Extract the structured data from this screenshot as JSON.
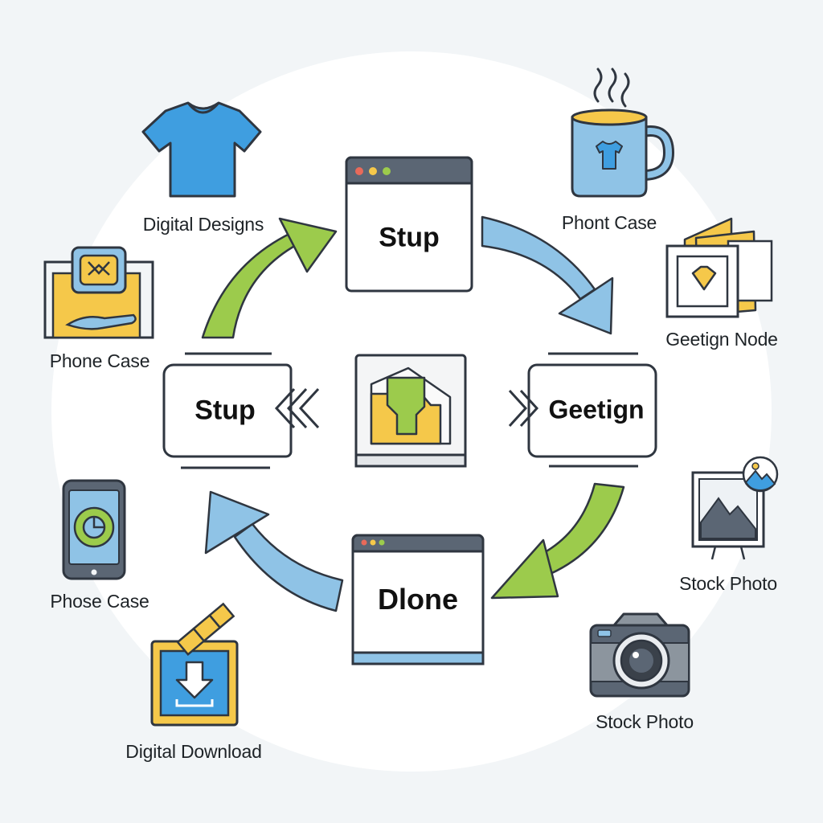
{
  "diagram": {
    "center_nodes": {
      "top": "Stup",
      "left": "Stup",
      "right": "Geetign",
      "bottom": "Dlone"
    },
    "items": [
      {
        "label": "Digital Designs",
        "icon": "t-shirt-icon"
      },
      {
        "label": "Phone Case",
        "icon": "monitor-hand-icon"
      },
      {
        "label": "Phose Case",
        "icon": "smartphone-icon"
      },
      {
        "label": "Digital Download",
        "icon": "download-box-icon"
      },
      {
        "label": "Phont Case",
        "icon": "mug-icon"
      },
      {
        "label": "Geetign Node",
        "icon": "folder-gem-icon"
      },
      {
        "label": "Stock Photo",
        "icon": "picture-frame-icon"
      },
      {
        "label": "Stock Photo",
        "icon": "camera-icon"
      }
    ],
    "colors": {
      "blue": "#3f9ee0",
      "light_blue": "#8fc3e6",
      "green": "#9ccb4c",
      "yellow": "#f5c84a",
      "dark": "#2f3640"
    }
  }
}
